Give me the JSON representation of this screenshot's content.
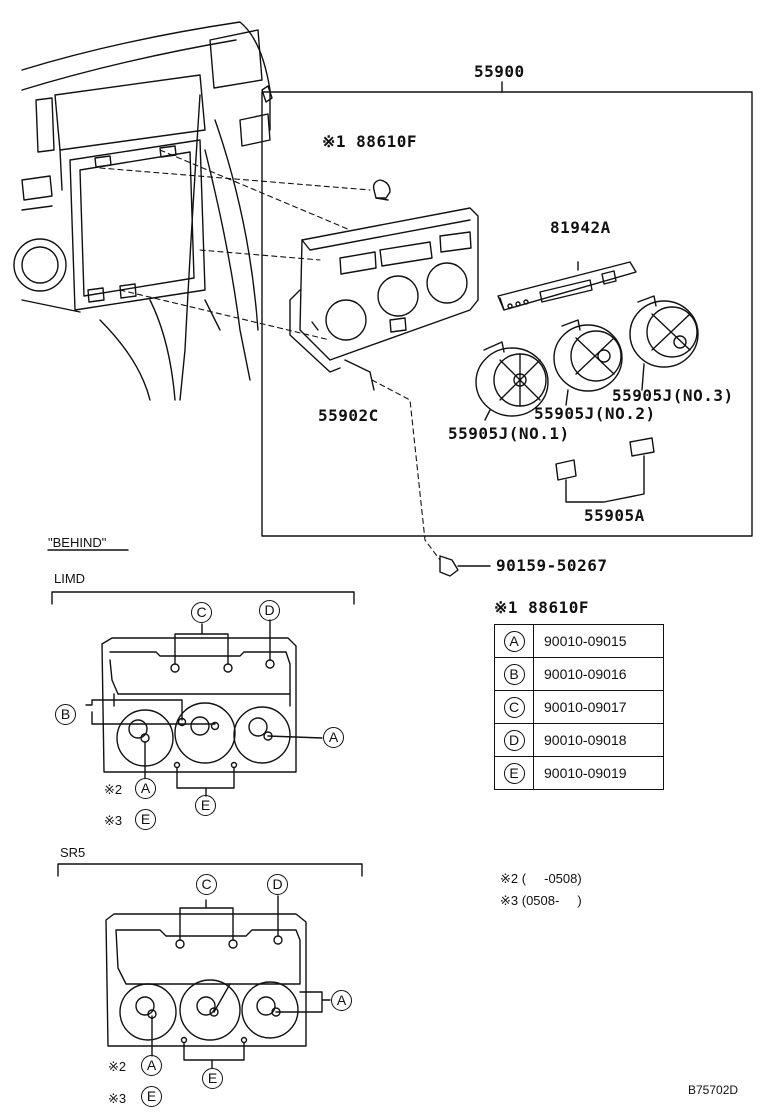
{
  "top_labels": {
    "assembly": "55900",
    "clip": "※1 88610F",
    "panel": "81942A",
    "bezel": "55902C",
    "knob_no3": "55905J(NO.3)",
    "knob_no2": "55905J(NO.2)",
    "knob_no1": "55905J(NO.1)",
    "button": "55905A",
    "screw": "90159-50267"
  },
  "behind": {
    "title": "\"BEHIND\"",
    "limd_title": "LIMD",
    "sr5_title": "SR5"
  },
  "callouts": {
    "A": "A",
    "B": "B",
    "C": "C",
    "D": "D",
    "E": "E",
    "note2_mark": "※2",
    "note3_mark": "※3"
  },
  "cap_table": {
    "title": "※1 88610F",
    "rows": [
      {
        "letter": "A",
        "part": "90010-09015"
      },
      {
        "letter": "B",
        "part": "90010-09016"
      },
      {
        "letter": "C",
        "part": "90010-09017"
      },
      {
        "letter": "D",
        "part": "90010-09018"
      },
      {
        "letter": "E",
        "part": "90010-09019"
      }
    ]
  },
  "notes": {
    "note2": "※2 (     -0508)",
    "note3": "※3 (0508-     )"
  },
  "figure_code": "B75702D"
}
